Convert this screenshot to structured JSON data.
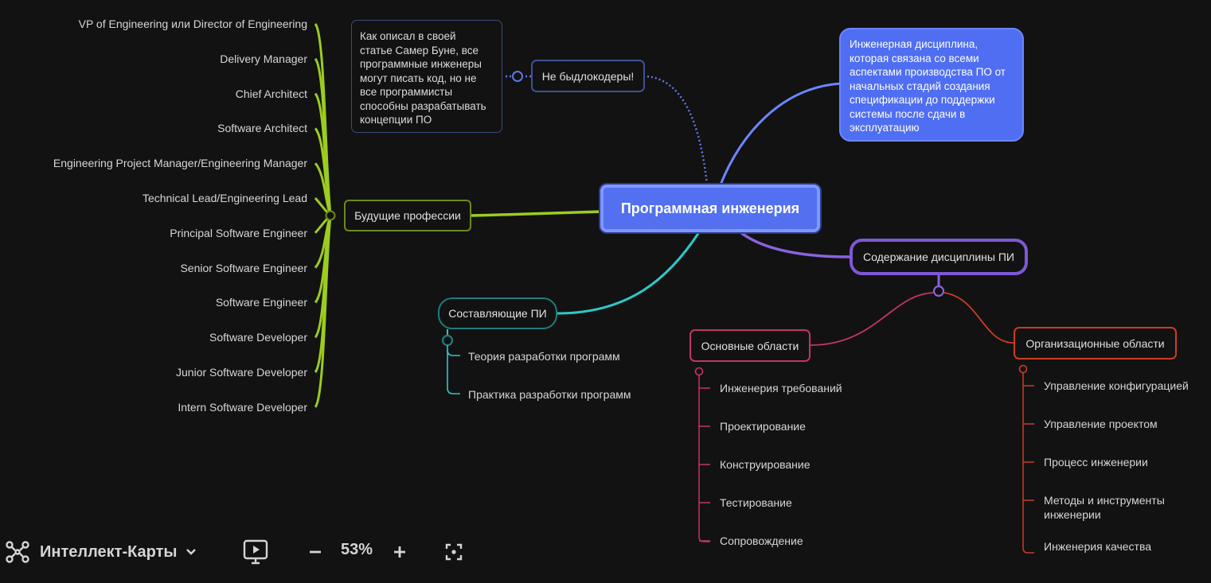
{
  "map": {
    "central": "Программная инженерия",
    "definition": "Инженерная дисциплина,\nкоторая связана со всеми\nаспектами производства ПО от\nначальных стадий создания\nспецификации до поддержки\nсистемы после сдачи в\nэксплуатацию",
    "not_coders": {
      "label": "Не быдлокодеры!",
      "note": "Как описал в своей\nстатье Самер Буне, все\nпрограммные инженеры\nмогут писать код, но не\nвсе программисты\nспособны разрабатывать\nконцепции ПО"
    },
    "future": {
      "label": "Будущие профессии",
      "items": [
        "VP of Engineering или Director of Engineering",
        "Delivery Manager",
        "Chief Architect",
        "Software Architect",
        "Engineering Project Manager/Engineering Manager",
        "Technical Lead/Engineering Lead",
        "Principal Software Engineer",
        "Senior Software Engineer",
        "Software Engineer",
        "Software Developer",
        "Junior Software Developer",
        "Intern Software Developer"
      ]
    },
    "components": {
      "label": "Составляющие ПИ",
      "items": [
        "Теория разработки программ",
        "Практика разработки программ"
      ]
    },
    "content": {
      "label": "Содержание дисциплины ПИ",
      "basic": {
        "label": "Основные области",
        "items": [
          "Инженерия требований",
          "Проектирование",
          "Конструирование",
          "Тестирование",
          "Сопровождение"
        ]
      },
      "org": {
        "label": "Организационные области",
        "items": [
          "Управление конфигурацией",
          "Управление проектом",
          "Процесс инженерии",
          "Методы и инструменты\nинженерии",
          "Инженерия качества"
        ]
      }
    }
  },
  "toolbar": {
    "app_name": "Интеллект-Карты",
    "zoom": "53%",
    "icons": [
      "mindmap-icon",
      "chevron-down-icon",
      "presentation-icon",
      "zoom-out-icon",
      "zoom-in-icon",
      "fit-screen-icon"
    ]
  },
  "colors": {
    "background": "#121212",
    "central": "#5270f0",
    "future_branch": "#9ccc1f",
    "components_branch": "#2ec8c8",
    "content_branch": "#8a63de",
    "basic_branch": "#c33466",
    "org_branch": "#cf3a24",
    "not_coders_branch": "#5b78e6"
  }
}
